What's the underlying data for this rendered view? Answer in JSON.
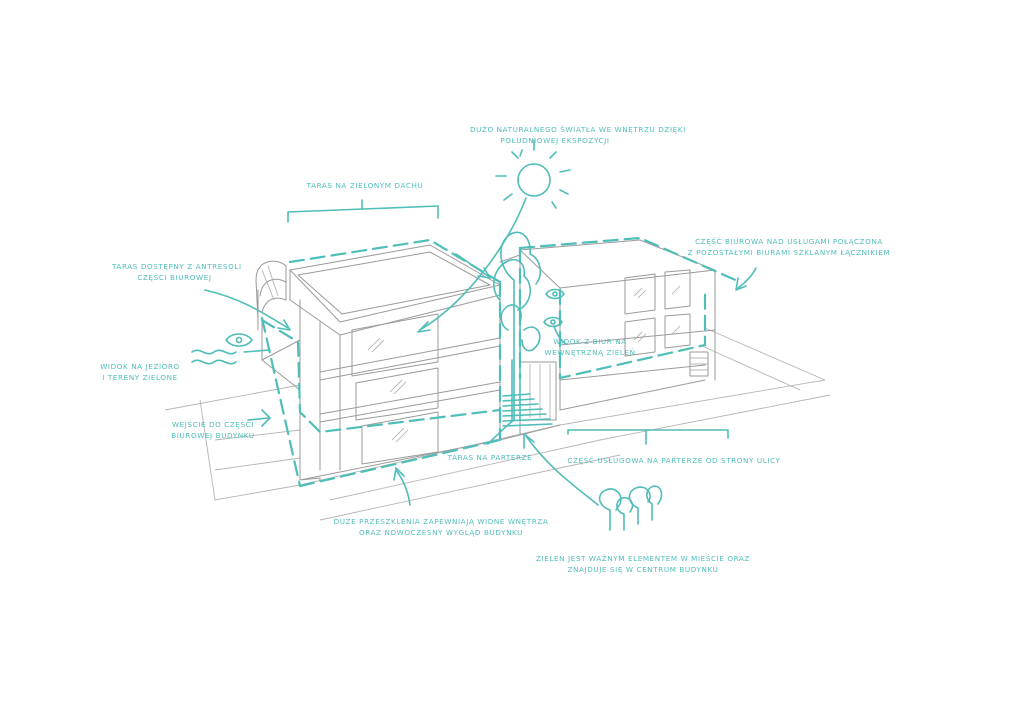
{
  "annotations": {
    "daylight": [
      "DUŻO NATURALNEGO ŚWIATŁA WE WNĘTRZU DZIĘKI",
      "POŁUDNIOWEJ EKSPOZYCJI"
    ],
    "green_roof_terrace": [
      "TARAS NA ZIELONYM DACHU"
    ],
    "mezzanine_terrace": [
      "TARAS DOSTĘPNY Z ANTRESOLI",
      "CZĘŚCI BIUROWEJ"
    ],
    "lake_view": [
      "WIDOK NA JEZIORO",
      "I TERENY ZIELONE"
    ],
    "office_entrance": [
      "WEJŚCIE DO CZĘŚCI",
      "BIUROWEJ BUDYNKU"
    ],
    "office_wing": [
      "CZĘŚĆ BIUROWA NAD USŁUGAMI POŁĄCZONA",
      "Z POZOSTAŁYMI BIURAMI SZKLANYM ŁĄCZNIKIEM"
    ],
    "office_view": [
      "WIDOK Z BIUR NA",
      "WEWNĘTRZNĄ ZIELEŃ"
    ],
    "ground_terrace": [
      "TARAS NA PARTERZE"
    ],
    "service_part": [
      "CZĘŚĆ USŁUGOWA NA PARTERZE OD STRONY ULICY"
    ],
    "large_glazing": [
      "DUŻE PRZESZKLENIA ZAPEWNIAJĄ WIDNE WNĘTRZA",
      "ORAZ NOWOCZESNY WYGLĄD BUDYNKU"
    ],
    "greenery": [
      "ZIELEŃ JEST WAŻNYM ELEMENTEM W MIEŚCIE ORAZ",
      "ZNAJDUJE SIĘ W CENTRUM BUDYNKU"
    ]
  },
  "colors": {
    "annotation": "#4fbdb8",
    "building_line": "#9a9a9a",
    "background": "#ffffff"
  },
  "icons": [
    "sun-icon",
    "eye-icon",
    "wave-icon",
    "tree-icon",
    "arrow-icon",
    "bracket-icon"
  ]
}
